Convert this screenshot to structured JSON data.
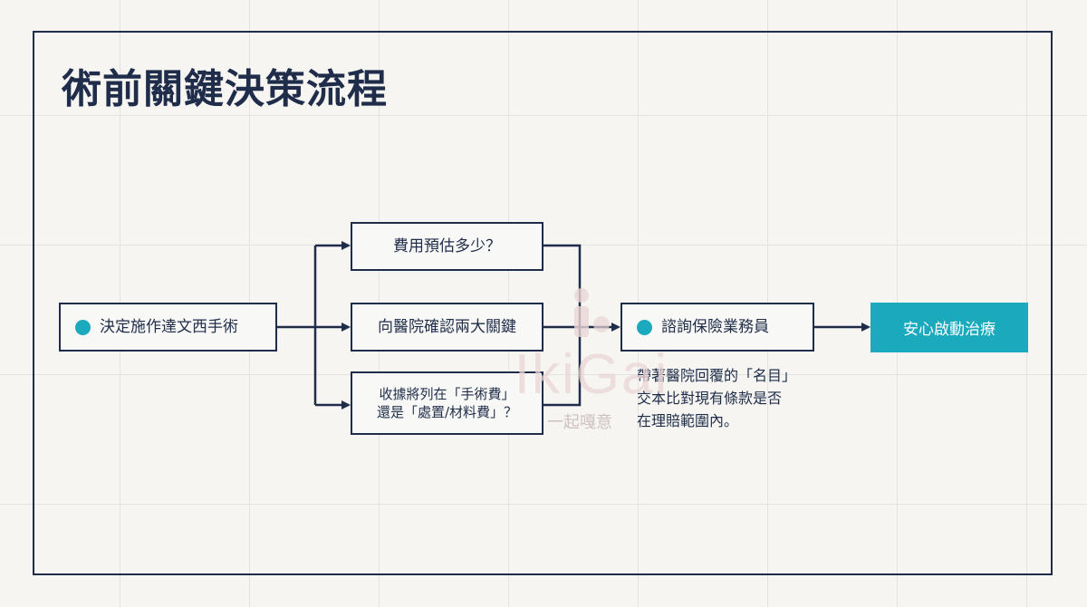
{
  "title": "術前關鍵決策流程",
  "nodes": {
    "start": "決定施作達文西手術",
    "cost": "費用預估多少？",
    "confirm": "向醫院確認兩大關鍵",
    "receipt": [
      "收據將列在「手術費」",
      "還是「處置/材料費」？"
    ],
    "consult": "諮詢保險業務員",
    "final": "安心啟動治療"
  },
  "consult_note": [
    "帶著醫院回覆的「名目」",
    "交本比對現有條款是否",
    "在理賠範圍內。"
  ],
  "watermark": {
    "text": "IkiGai",
    "subtitle": "一起嘎意"
  },
  "colors": {
    "navy": "#1f2d4a",
    "accent": "#1aa9bd",
    "watermark": "#ead6d6"
  }
}
